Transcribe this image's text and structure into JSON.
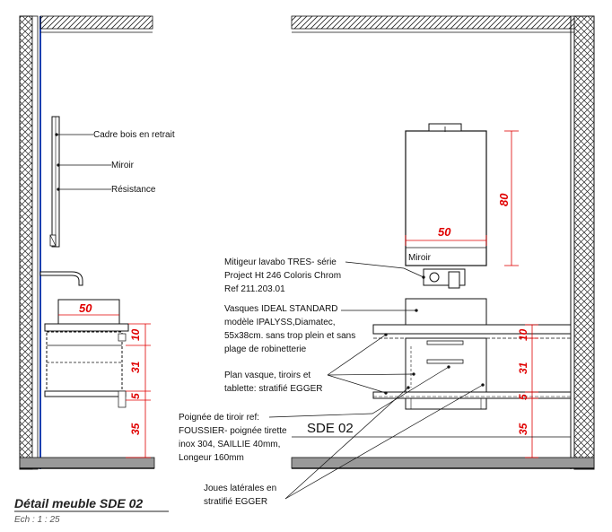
{
  "left_view": {
    "labels": {
      "cadre": "Cadre bois en retrait",
      "miroir": "Miroir",
      "resistance": "Résistance"
    },
    "dims": {
      "width": "50",
      "h1": "10",
      "h2": "31",
      "h3": "5",
      "h4": "35"
    }
  },
  "right_view": {
    "mirror_label": "Miroir",
    "dims": {
      "mirror_width": "50",
      "mirror_height": "80",
      "h1": "10",
      "h2": "31",
      "h3": "5",
      "h4": "35"
    },
    "room_ref": "SDE 02",
    "notes": {
      "mitigeur": [
        "Mitigeur lavabo TRES- série",
        "Project Ht 246 Coloris Chrom",
        "Ref 211.203.01"
      ],
      "vasque": [
        "Vasques IDEAL STANDARD",
        "modèle IPALYSS,Diamatec,",
        "55x38cm. sans trop plein et sans",
        "plage de robinetterie"
      ],
      "plan": [
        "Plan vasque, tiroirs et",
        "tablette: stratifié EGGER"
      ],
      "poignee": [
        "Poignée de tiroir ref:",
        "FOUSSIER- poignée tirette",
        "inox 304, SAILLIE 40mm,",
        "Longeur 160mm"
      ],
      "joues": [
        "Joues latérales en",
        "stratifié EGGER"
      ]
    }
  },
  "title": "Détail meuble SDE 02",
  "scale": "Ech :  1 : 25",
  "colors": {
    "dimension": "#e00000",
    "wall_blue": "#1a3fb0",
    "line": "#111111"
  }
}
